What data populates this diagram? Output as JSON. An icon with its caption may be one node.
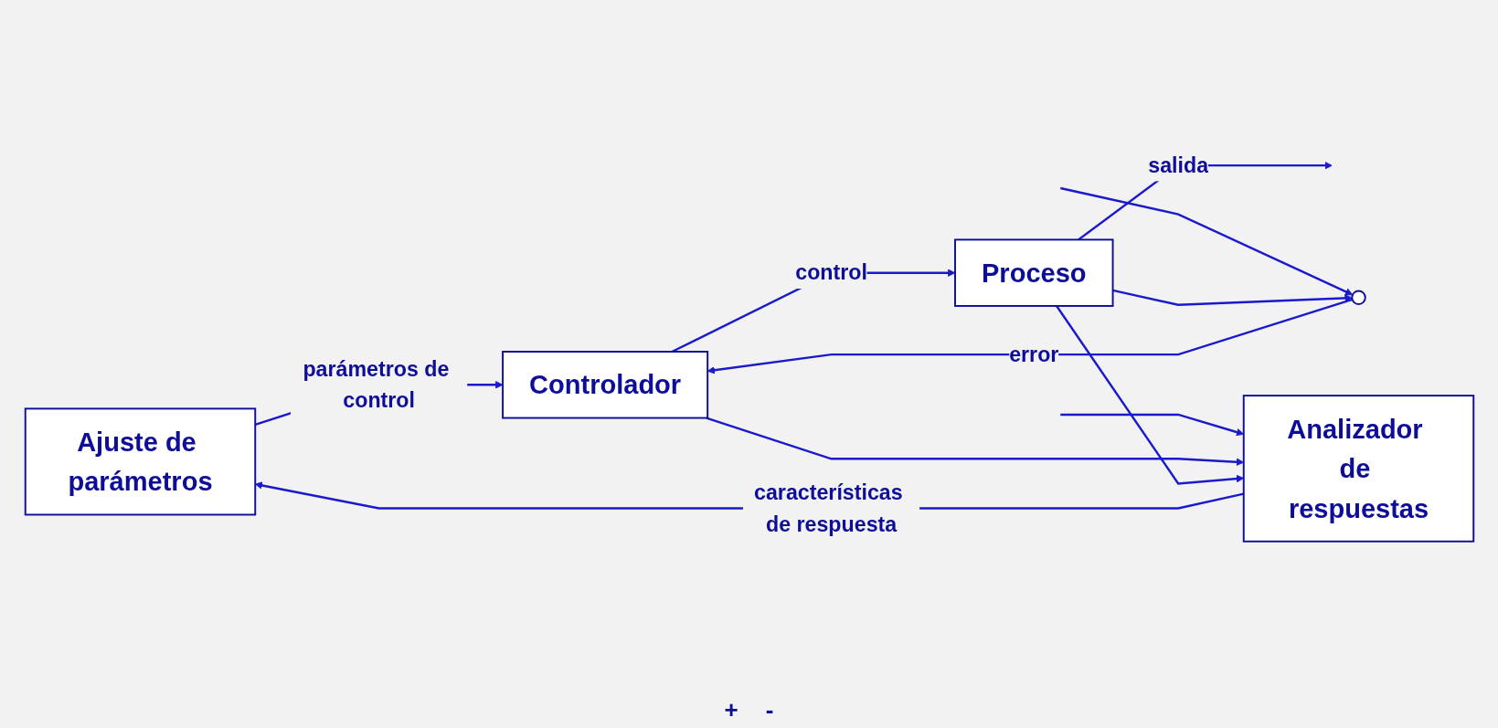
{
  "diagram": {
    "nodes": [
      {
        "text": [
          "Ajuste de parámetros"
        ]
      },
      {
        "text": [
          "Analizador de respuestas"
        ]
      },
      {
        "text": [],
        "shape": "circle"
      },
      {
        "text": [
          "Controlador"
        ]
      },
      {
        "text": [
          "Proceso"
        ]
      }
    ],
    "edges": [
      {
        "from": null,
        "to": 2,
        "arrow": "to"
      },
      {
        "from": null,
        "to": 1,
        "arrow": "to"
      },
      {
        "from": 2,
        "to": 3,
        "arrow": "to",
        "label": "error"
      },
      {
        "from": 3,
        "to": 4,
        "arrow": "to",
        "label": "control"
      },
      {
        "from": 3,
        "to": 1,
        "arrow": "to"
      },
      {
        "from": 4,
        "to": null,
        "arrow": "to",
        "label": "salida"
      },
      {
        "from": 4,
        "to": 2,
        "arrow": "to"
      },
      {
        "from": 4,
        "to": 1,
        "arrow": "to"
      },
      {
        "from": 1,
        "to": 0,
        "arrow": "to",
        "label": "características de respuesta"
      },
      {
        "from": 0,
        "to": 3,
        "arrow": "to",
        "label": "parámetros de control"
      }
    ],
    "labels": [
      "+",
      "-"
    ]
  }
}
